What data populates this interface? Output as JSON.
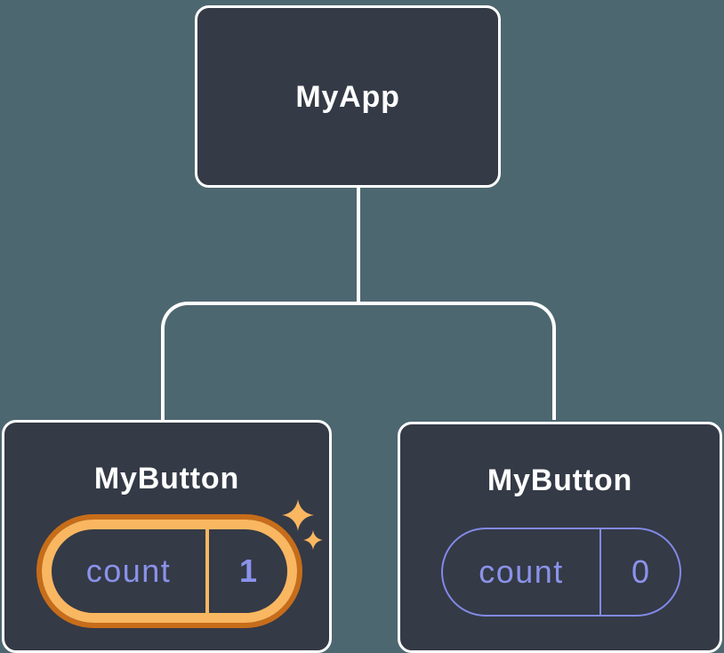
{
  "diagram": {
    "title": "component-state-tree",
    "colors": {
      "background": "#4d6770",
      "node_fill": "#343a46",
      "node_border": "#ffffff",
      "highlight_orange": "#fab761",
      "highlight_orange_dark": "#c76d1a",
      "state_purple": "#8b92ea",
      "pill_border_purple": "#8289e6"
    },
    "root": {
      "label": "MyApp"
    },
    "children": [
      {
        "label": "MyButton",
        "highlighted": true,
        "state": {
          "name": "count",
          "value": "1"
        }
      },
      {
        "label": "MyButton",
        "highlighted": false,
        "state": {
          "name": "count",
          "value": "0"
        }
      }
    ]
  }
}
